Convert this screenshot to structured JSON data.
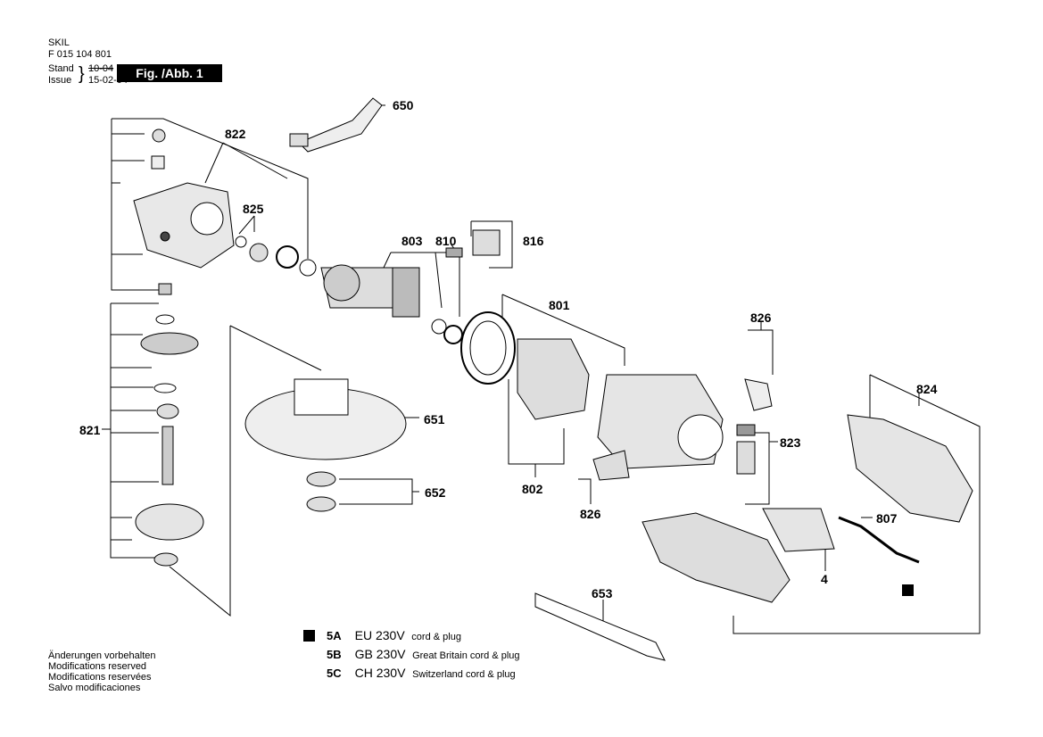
{
  "header": {
    "brand": "SKIL",
    "part_number": "F 015 104 801",
    "stand_label": "Stand",
    "issue_label": "Issue",
    "old_date": "10-04",
    "issue_date": "15-02-04",
    "fig_label": "Fig. /Abb. 1"
  },
  "part_labels": {
    "p650": "650",
    "p822": "822",
    "p825": "825",
    "p803": "803",
    "p810": "810",
    "p816": "816",
    "p801": "801",
    "p826a": "826",
    "p824": "824",
    "p821": "821",
    "p651": "651",
    "p823": "823",
    "p802": "802",
    "p826b": "826",
    "p652": "652",
    "p807": "807",
    "p4": "4",
    "p653": "653"
  },
  "legend": [
    {
      "code": "5A",
      "voltage": "EU 230V",
      "desc": "cord & plug"
    },
    {
      "code": "5B",
      "voltage": "GB 230V",
      "desc": "Great Britain cord & plug"
    },
    {
      "code": "5C",
      "voltage": "CH 230V",
      "desc": "Switzerland cord & plug"
    }
  ],
  "notes": [
    "Änderungen vorbehalten",
    "Modifications reserved",
    "Modifications reservées",
    "Salvo modificaciones"
  ]
}
